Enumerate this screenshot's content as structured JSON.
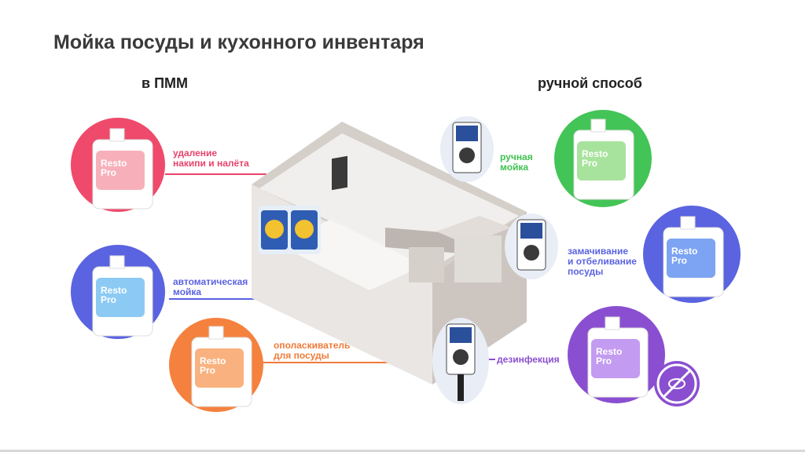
{
  "title": "Мойка посуды и кухонного инвентаря",
  "sections": {
    "machine": "в ПММ",
    "manual": "ручной способ"
  },
  "brand": {
    "line1": "Resto",
    "line2": "Pro"
  },
  "items": [
    {
      "id": "descale",
      "label_lines": [
        "удаление",
        "накипи и налёта"
      ],
      "color": "#e8436b"
    },
    {
      "id": "auto",
      "label_lines": [
        "автоматическая",
        "мойка"
      ],
      "color": "#5a63e0"
    },
    {
      "id": "rinse",
      "label_lines": [
        "ополаскиватель",
        "для посуды"
      ],
      "color": "#f07b3a"
    },
    {
      "id": "manual",
      "label_lines": [
        "ручная",
        "мойка"
      ],
      "color": "#3fc14f"
    },
    {
      "id": "soak",
      "label_lines": [
        "замачивание",
        "и отбеливание",
        "посуды"
      ],
      "color": "#5a63e0"
    },
    {
      "id": "disinfect",
      "label_lines": [
        "дезинфекция"
      ],
      "color": "#8a4fd0"
    }
  ],
  "colors": {
    "title": "#3a3a3a",
    "room_floor": "#e9e6e3",
    "room_wall": "#c9c2bd"
  },
  "icons": [
    "bacteria-crossed-icon"
  ]
}
